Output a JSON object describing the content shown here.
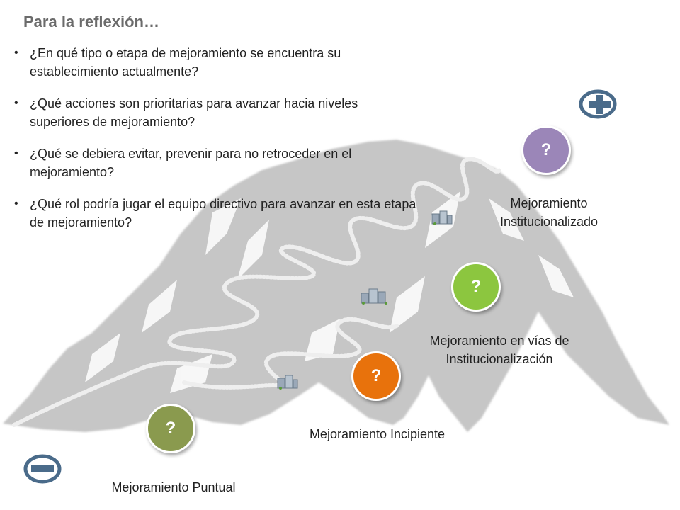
{
  "slide": {
    "title": "Para la reflexión…",
    "questions": [
      "¿En qué tipo o etapa de mejoramiento se encuentra su establecimiento actualmente?",
      "¿Qué acciones son prioritarias para avanzar hacia niveles superiores de mejoramiento?",
      "¿Qué se debiera evitar, prevenir para no retroceder en el mejoramiento?",
      "¿Qué rol podría jugar el equipo directivo para avanzar en esta etapa de mejoramiento?"
    ],
    "bullet_glyph": "•"
  },
  "stages": [
    {
      "mark": "?",
      "label_lines": [
        "Mejoramiento Puntual"
      ],
      "color": "#8a9a4e"
    },
    {
      "mark": "?",
      "label_lines": [
        "Mejoramiento Incipiente"
      ],
      "color": "#e8720c"
    },
    {
      "mark": "?",
      "label_lines": [
        "Mejoramiento en vías de",
        "Institucionalización"
      ],
      "color": "#8cc63f"
    },
    {
      "mark": "?",
      "label_lines": [
        "Mejoramiento",
        "Institucionalizado"
      ],
      "color": "#9b86b8"
    }
  ],
  "icons": {
    "plus": "plus-circle-icon",
    "minus": "minus-circle-icon",
    "town": "town-buildings-icon",
    "sign_color": "#4a6b8a"
  },
  "colors": {
    "mountain": "#c9c9c9",
    "trail": "#e6e6e6",
    "title": "#6b6b6b"
  }
}
